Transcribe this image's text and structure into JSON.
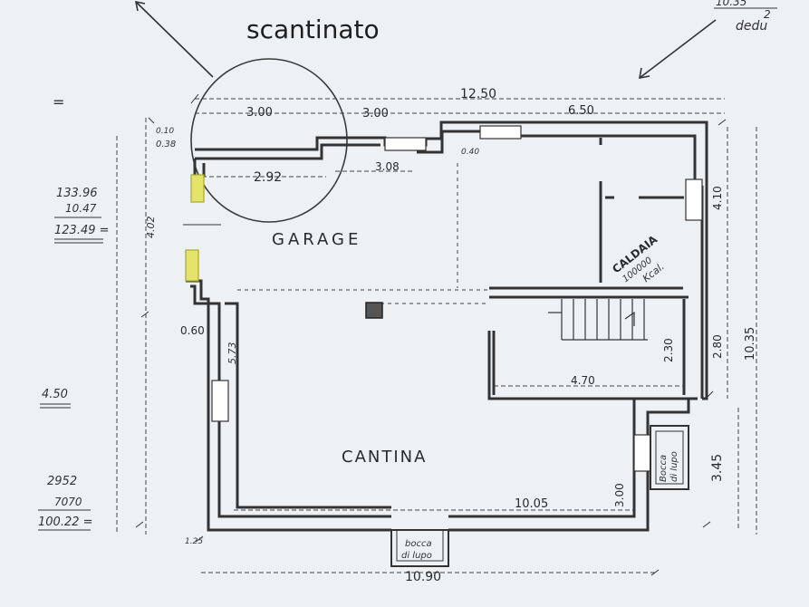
{
  "plan": {
    "title": "scantinato",
    "top_right_note_fraction": "10.35",
    "top_right_note_num": "2",
    "top_right_note_den": "dedu",
    "rooms": {
      "garage": "GARAGE",
      "cantina": "CANTINA",
      "caldaia_line1": "CALDAIA",
      "caldaia_line2": "100000",
      "caldaia_line3": "Kcal.",
      "bocca_di_lupo_bottom_1": "bocca",
      "bocca_di_lupo_bottom_2": "di lupo",
      "bocca_di_lupo_right_1": "Bocca",
      "bocca_di_lupo_right_2": "di lupo"
    },
    "dimensions": {
      "top_total": "12.50",
      "top_seg_1": "3.00",
      "top_seg_2": "3.00",
      "top_seg_3": "6.50",
      "small_a": "0.10",
      "small_b": "0.38",
      "inner_1": "2.92",
      "inner_2": "3.08",
      "step_1": "0.40",
      "left_vert_1": "4.02",
      "left_vert_2": "0.60",
      "left_vert_3": "5.73",
      "stair_w": "4.70",
      "stair_h": "2.30",
      "right_1": "4.10",
      "right_2": "2.80",
      "right_total": "10.35",
      "right_3": "3.45",
      "bottom_inner": "10.05",
      "bottom_step": "3.00",
      "bottom_total": "10.90",
      "corner_small": "1.25"
    },
    "left_notes": {
      "calc_1": "133.96",
      "calc_2": "10.47",
      "calc_3": "123.49 =",
      "calc_4": "4.50",
      "calc_5": "2952",
      "calc_6": "7070",
      "calc_7": "100.22 =",
      "equals": "="
    }
  },
  "colors": {
    "wall": "#333333",
    "ink": "#2a2a2a",
    "highlight": "#d9dc3a",
    "paper": "#eef1f4"
  }
}
